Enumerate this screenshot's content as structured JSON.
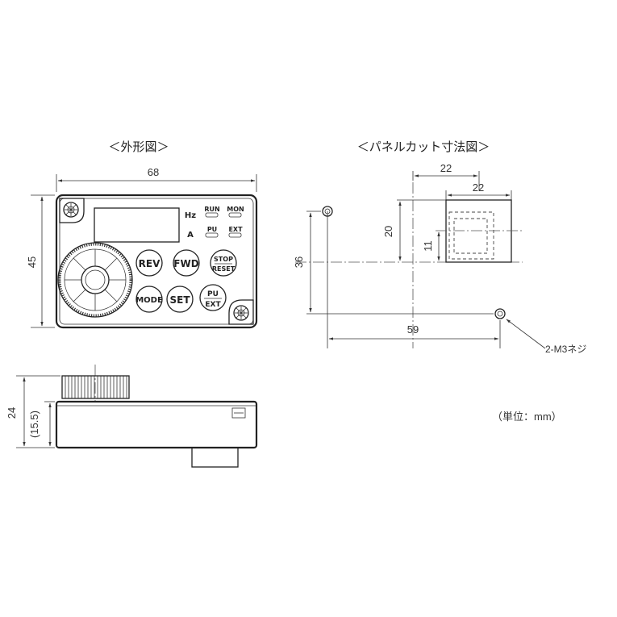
{
  "titles": {
    "outline": "＜外形図＞",
    "panel_cut": "＜パネルカット寸法図＞"
  },
  "dimensions": {
    "width_68": "68",
    "height_45": "45",
    "depth_24": "24",
    "depth_15_5": "(15.5)",
    "cut_22_top": "22",
    "cut_22_inner": "22",
    "cut_20": "20",
    "cut_11": "11",
    "cut_36": "36",
    "cut_59": "59"
  },
  "labels": {
    "screw": "2-M3ネジ",
    "unit": "（単位：mm）"
  },
  "panel": {
    "hz": "Hz",
    "a": "A",
    "run": "RUN",
    "mon": "MON",
    "pu": "PU",
    "ext": "EXT",
    "rev": "REV",
    "fwd": "FWD",
    "stop": "STOP",
    "reset": "RESET",
    "mode": "MODE",
    "set": "SET",
    "pu_btn": "PU",
    "ext_btn": "EXT"
  },
  "colors": {
    "line": "#222222",
    "background": "#ffffff"
  }
}
